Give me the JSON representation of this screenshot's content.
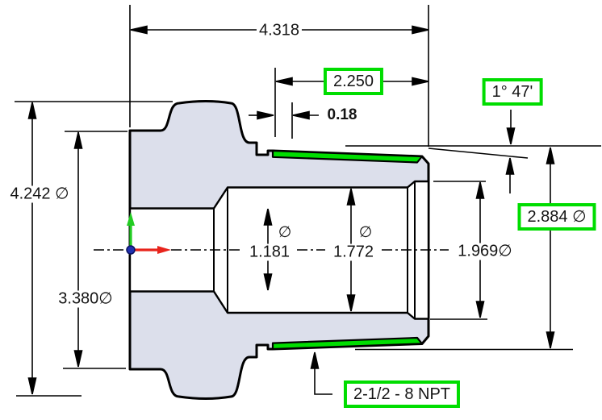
{
  "drawing": {
    "type": "cad-section-drawing",
    "dims": {
      "overall_length": "4.318",
      "thread_length": "2.250",
      "thread_runout": "0.18",
      "taper_angle": "1° 47'",
      "flange_diameter": "4.242 ∅",
      "hub_diameter": "3.380∅",
      "small_bore_symbol": "∅",
      "small_bore_diameter": "1.181",
      "large_bore_symbol": "∅",
      "large_bore_diameter": "1.772",
      "counterbore_diameter": "1.969∅",
      "thread_major_diameter": "2.884 ∅",
      "thread_spec": "2-1/2 - 8 NPT"
    },
    "colors": {
      "highlight_green": "#00dd00",
      "part_fill": "#dcdfeb",
      "outline": "#000000",
      "origin_x_axis_red": "#e8241c",
      "origin_y_axis_green": "#22cc22",
      "origin_point_blue": "#2030b0"
    }
  }
}
